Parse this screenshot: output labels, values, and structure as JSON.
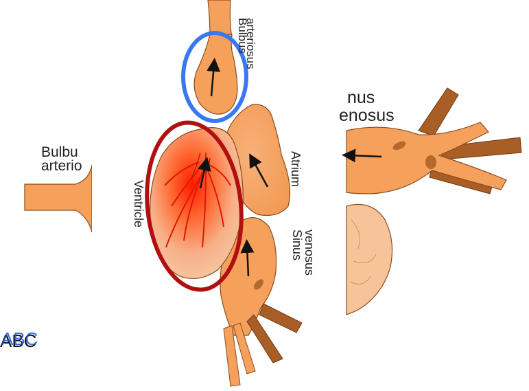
{
  "labels": {
    "bulbus_arteriosus_center": [
      "Bulbus",
      "arteriosus"
    ],
    "atrium": "Atrium",
    "ventricle": "Ventricle",
    "sinus_venosus_center": [
      "Sinus",
      "venosus"
    ],
    "bulbus_left_fragment": [
      "Bulbu",
      "arterio"
    ],
    "sinus_right_fragment": [
      "nus",
      "enosus"
    ],
    "abc_black": "ABC",
    "abc_blue": "ABC"
  },
  "colors": {
    "tissue": "#f5a15c",
    "tissue_light": "#f8b577",
    "tissue_dark": "#a85e25",
    "stroke": "#8a4a1c",
    "ventricle_fill": "#f7c49a",
    "ventricle_core": "#ff2a00",
    "vessel_brown": "#9b5526",
    "blue_ring": "#3a78f2",
    "red_ring": "#b01010",
    "abc_blue": "#1a55d8",
    "abc_black": "#111111"
  }
}
